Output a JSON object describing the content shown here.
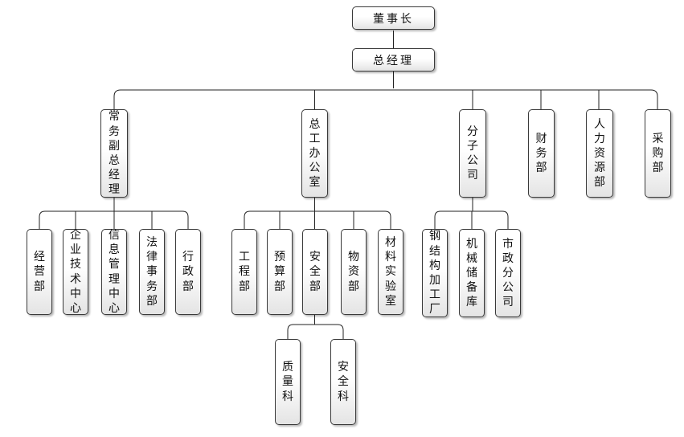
{
  "org": {
    "chairman": "董事长",
    "gm": "总经理",
    "deputy_gm": "常务副总经理",
    "chief_eng": "总工办公室",
    "subsidiary": "分子公司",
    "finance": "财务部",
    "hr": "人力资源部",
    "purchase": "采购部",
    "deputy_children": [
      "经营部",
      "企业技术中心",
      "信息管理中心",
      "法律事务部",
      "行政部"
    ],
    "chief_children": [
      "工程部",
      "预算部",
      "安全部",
      "物资部",
      "材料实验室"
    ],
    "safety_children": [
      "质量科",
      "安全科"
    ],
    "subsidiary_children": [
      "钢结构加工厂",
      "机械储备库",
      "市政分公司"
    ]
  }
}
